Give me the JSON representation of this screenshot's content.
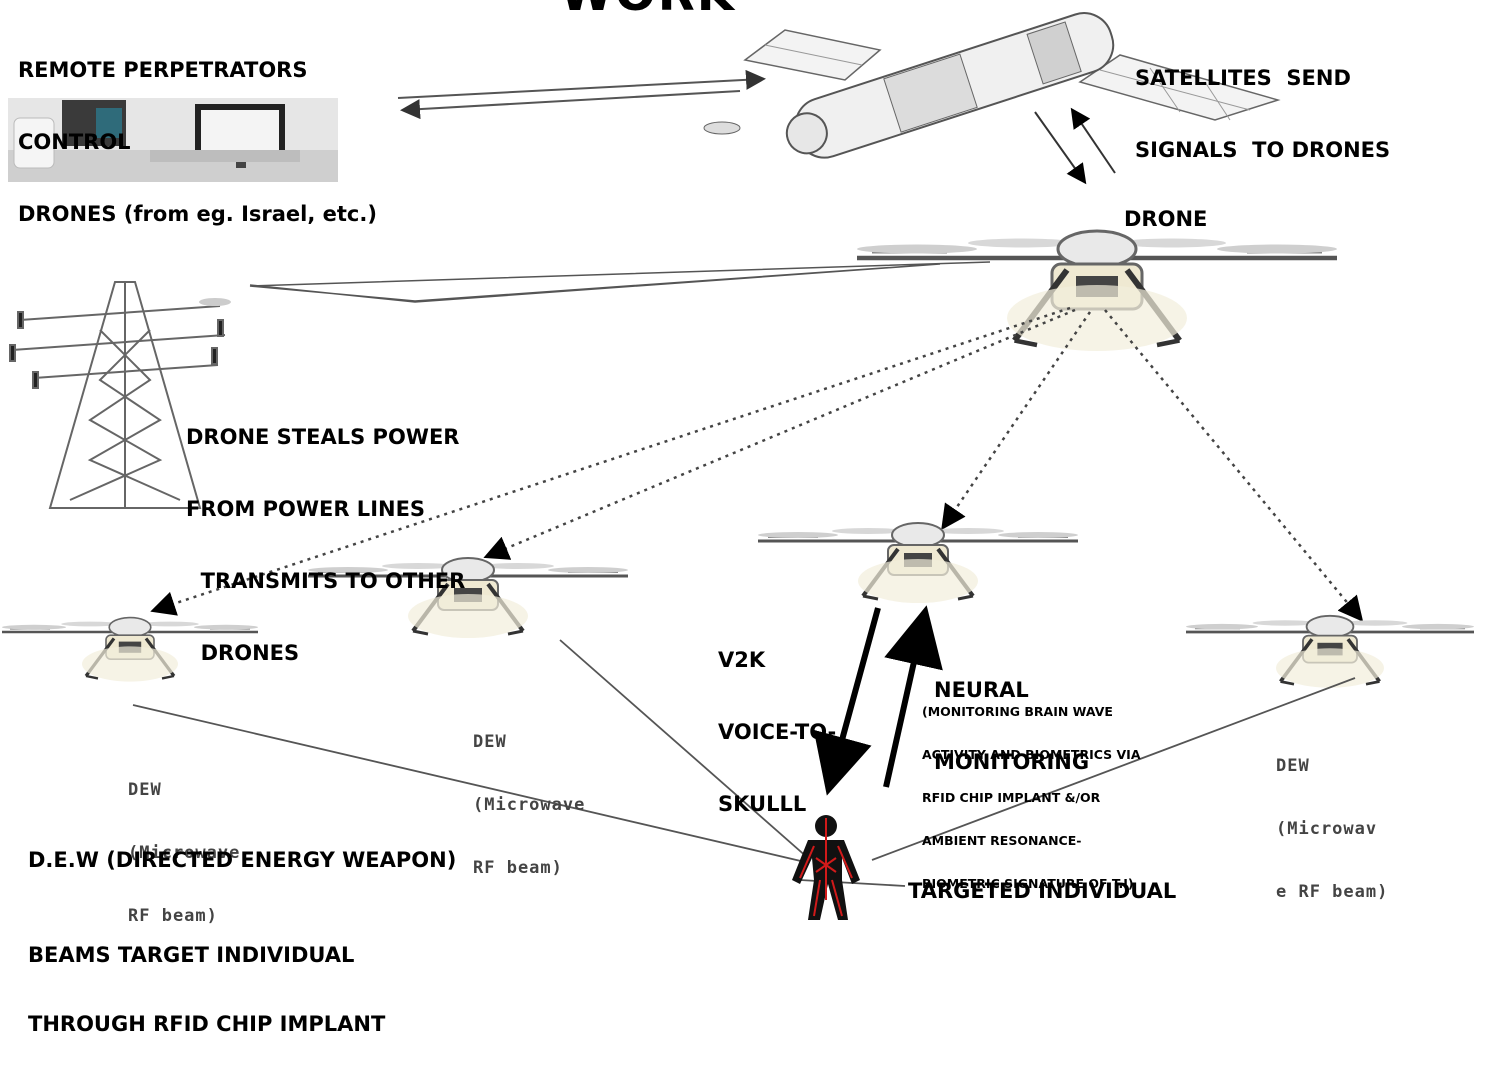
{
  "title": "WORK",
  "labels": {
    "remote_perpetrators": [
      "REMOTE PERPETRATORS",
      "CONTROL",
      "DRONES (from eg. Israel, etc.)"
    ],
    "satellites": [
      "SATELLITES  SEND",
      "SIGNALS  TO DRONES"
    ],
    "drone_main": "DRONE",
    "power_lines": [
      "DRONE STEALS POWER",
      "FROM POWER LINES",
      "  TRANSMITS TO OTHER",
      "  DRONES"
    ],
    "v2k": [
      "V2K",
      "VOICE-TO-",
      "SKULLL"
    ],
    "neural_monitoring": [
      "NEURAL",
      "MONITORING"
    ],
    "neural_detail": [
      "(MONITORING BRAIN WAVE",
      "ACTIVITY AND BIOMETRICS VIA",
      "RFID CHIP IMPLANT &/OR",
      "AMBIENT RESONANCE-",
      "BIOMETRIC SIGNATURE OF T.I)"
    ],
    "dew_left": [
      "DEW",
      "(Microwave",
      "RF beam)"
    ],
    "dew_mid": [
      "DEW",
      "(Microwave",
      "RF beam)"
    ],
    "dew_right": [
      "DEW",
      "(Microwav",
      "e RF beam)"
    ],
    "dew_definition": "D.E.W (DIRECTED ENERGY WEAPON)",
    "beams_target": [
      "BEAMS TARGET INDIVIDUAL",
      "THROUGH RFID CHIP IMPLANT"
    ],
    "targeted_individual": "TARGETED INDIVIDUAL"
  },
  "colors": {
    "text": "#000000",
    "line": "#555555",
    "body_highlight": "#d11a1a"
  },
  "icons": [
    "computer-workstation-icon",
    "satellite-icon",
    "drone-icon",
    "power-pylon-icon",
    "human-figure-icon"
  ]
}
